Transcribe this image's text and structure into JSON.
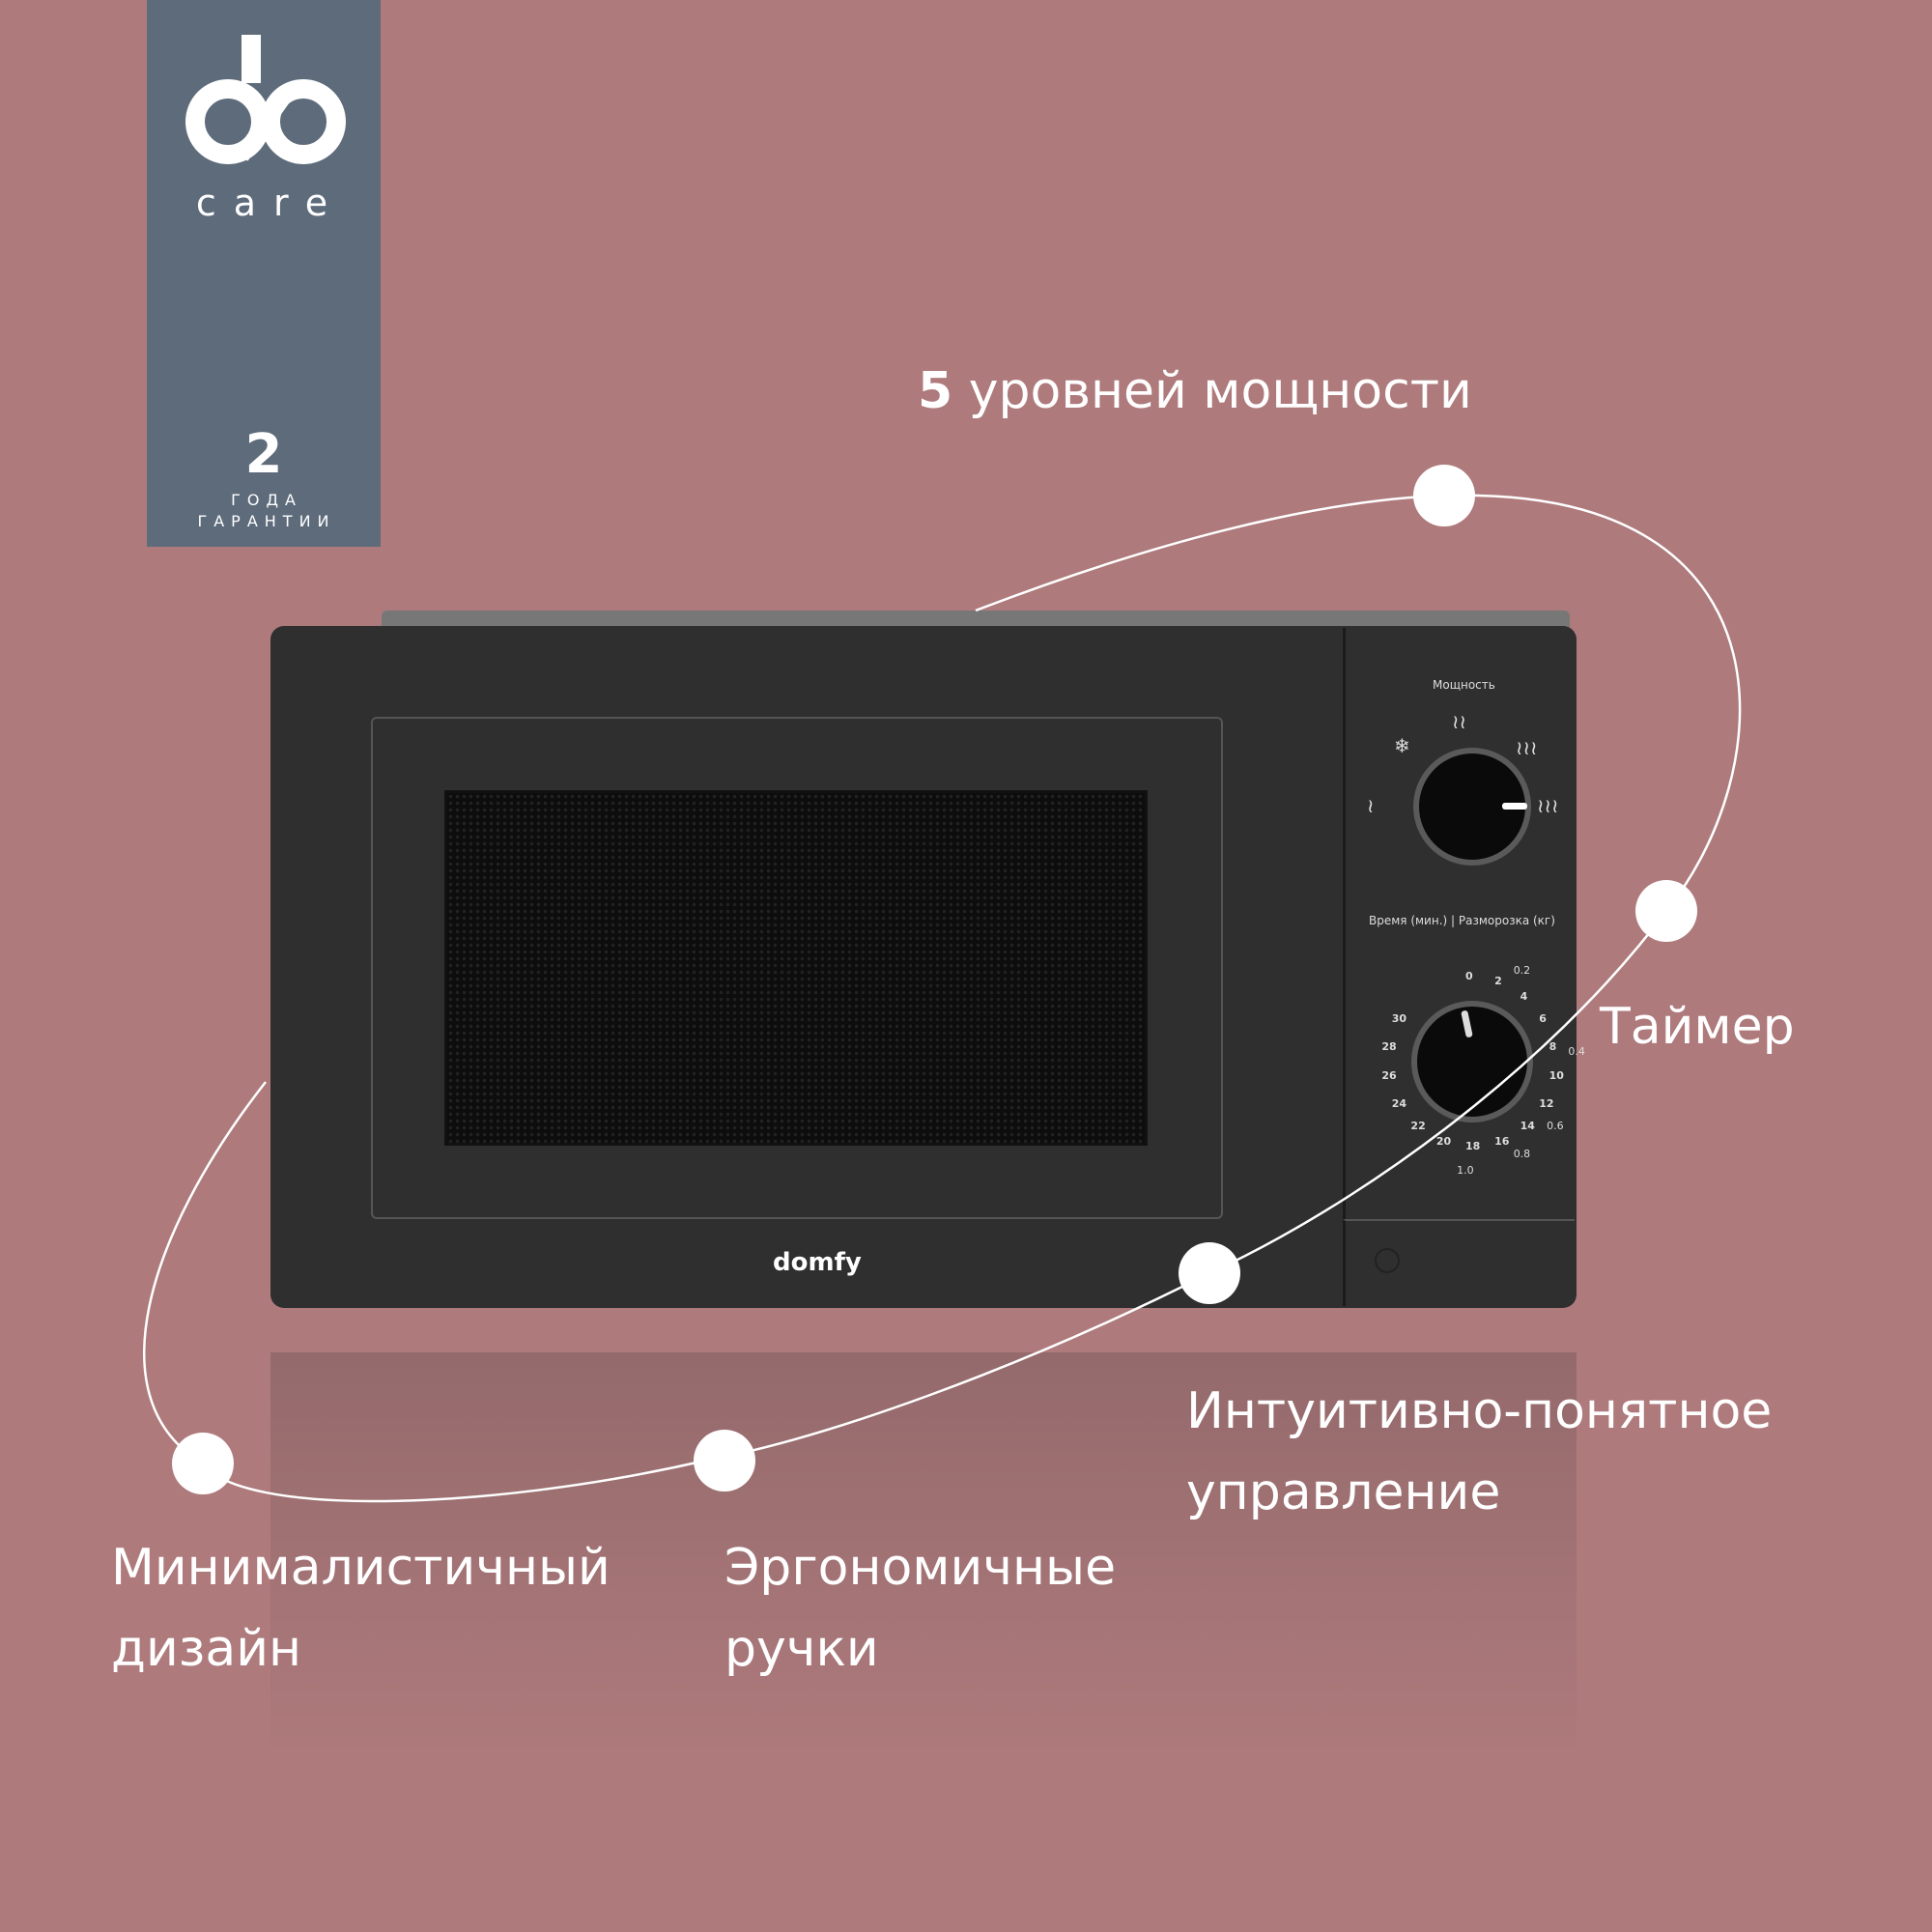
{
  "badge": {
    "logo_text": "care",
    "years": "2",
    "line1": "ГОДА",
    "line2": "ГАРАНТИИ",
    "color": "#5d6b7b"
  },
  "microwave": {
    "brand": "domfy",
    "power_label": "Мощность",
    "power_icons": [
      "low-heat-icon",
      "defrost-icon",
      "medium-low-heat-icon",
      "medium-high-heat-icon",
      "high-heat-icon"
    ],
    "timer_label": "Время (мин.) | Разморозка (кг)",
    "timer_marks": [
      "0",
      "2",
      "4",
      "6",
      "8",
      "10",
      "12",
      "14",
      "16",
      "18",
      "20",
      "22",
      "24",
      "26",
      "28",
      "30"
    ],
    "defrost_marks": [
      "0.2",
      "0.4",
      "0.6",
      "0.8",
      "1.0"
    ]
  },
  "features": {
    "power_levels_num": "5",
    "power_levels_text": " уровней мощности",
    "timer": "Таймер",
    "control_l1": "Интуитивно-понятное",
    "control_l2": "управление",
    "handles_l1": "Эргономичные",
    "handles_l2": "ручки",
    "design_l1": "Минималистичный",
    "design_l2": "дизайн"
  },
  "colors": {
    "background": "#ae7a7c",
    "body": "#2f2f2f"
  }
}
